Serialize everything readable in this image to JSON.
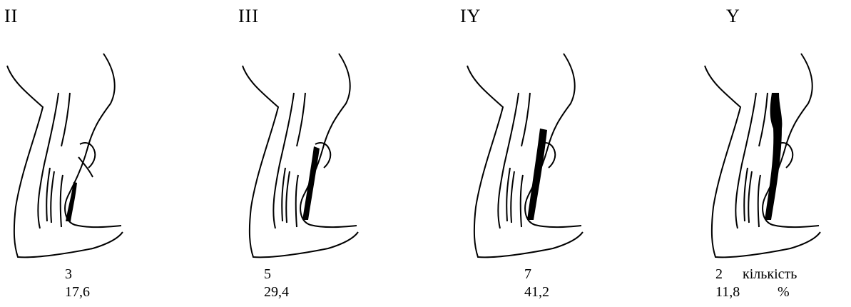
{
  "stages": [
    {
      "label": "II",
      "count": "3",
      "percent": "17,6",
      "thrombus": "lower"
    },
    {
      "label": "III",
      "count": "5",
      "percent": "29,4",
      "thrombus": "calf"
    },
    {
      "label": "IY",
      "count": "7",
      "percent": "41,2",
      "thrombus": "popliteal"
    },
    {
      "label": "Y",
      "count": "2",
      "percent": "11,8",
      "thrombus": "femoral"
    }
  ],
  "legend": {
    "count_label": "кількість",
    "percent_label": "%"
  }
}
